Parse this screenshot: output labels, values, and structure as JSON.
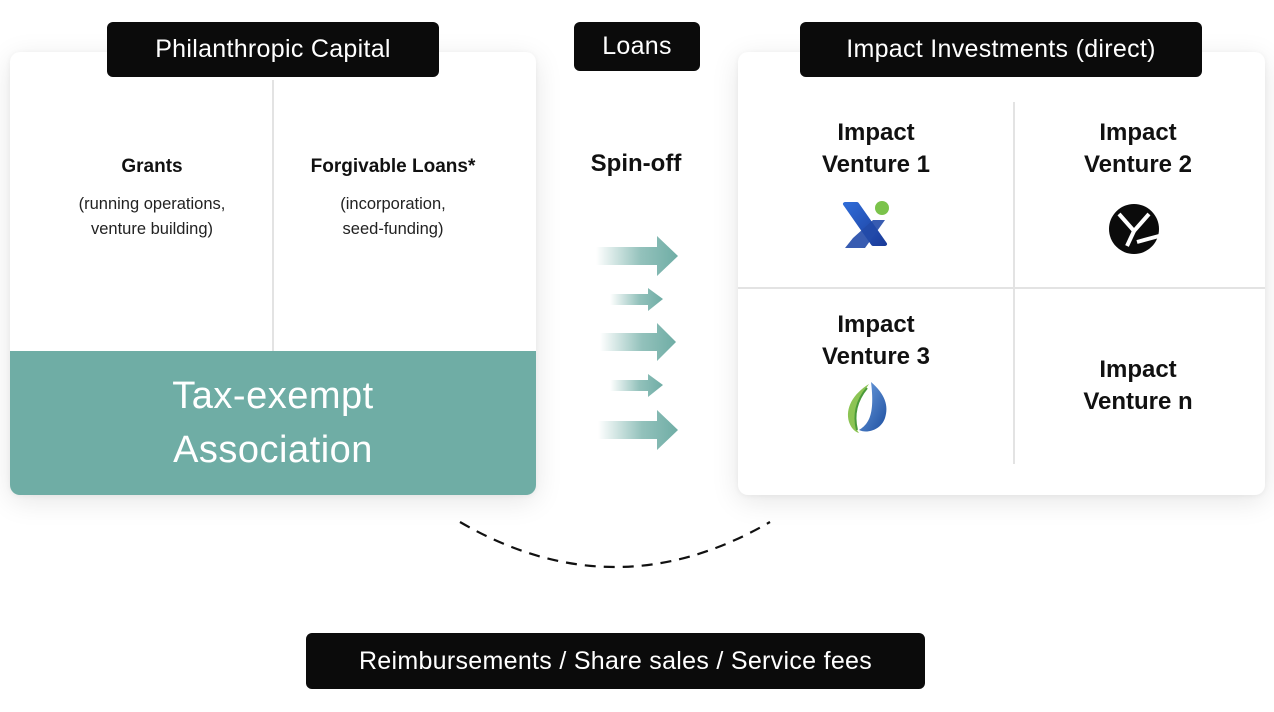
{
  "headers": {
    "philanthropic": "Philanthropic Capital",
    "loans": "Loans",
    "impact": "Impact Investments (direct)",
    "bottom": "Reimbursements / Share sales / Service fees"
  },
  "left_card": {
    "grants_title": "Grants",
    "grants_sub_1": "(running operations,",
    "grants_sub_2": "venture building)",
    "forgivable_title": "Forgivable Loans*",
    "forgivable_sub_1": "(incorporation,",
    "forgivable_sub_2": "seed-funding)",
    "tax_line1": "Tax-exempt",
    "tax_line2": "Association",
    "tax_color": "#6fada5"
  },
  "middle": {
    "spinoff": "Spin-off",
    "arrow_color": "#6fada5"
  },
  "ventures": {
    "v1_line1": "Impact",
    "v1_line2": "Venture 1",
    "v2_line1": "Impact",
    "v2_line2": "Venture 2",
    "v3_line1": "Impact",
    "v3_line2": "Venture 3",
    "vn_line1": "Impact",
    "vn_line2": "Venture n"
  },
  "icons": {
    "v1_logo": "x-logo-icon",
    "v2_logo": "circle-y-logo-icon",
    "v3_logo": "leaf-drop-logo-icon"
  }
}
